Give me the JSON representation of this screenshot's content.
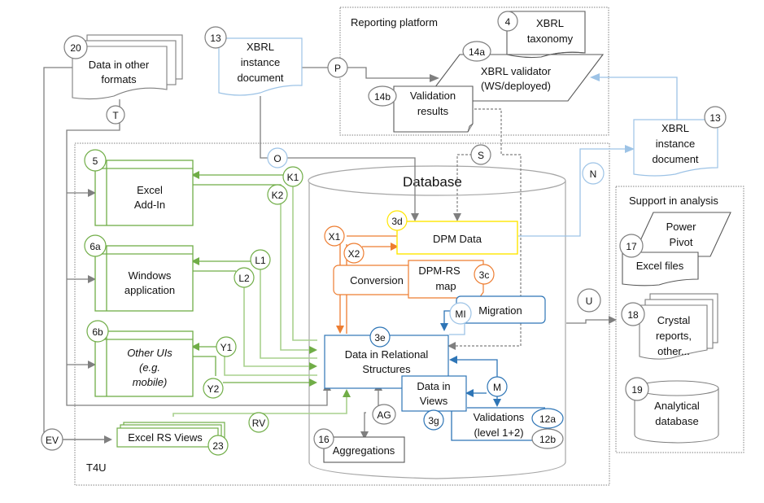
{
  "containers": {
    "reporting_platform": "Reporting platform",
    "t4u": "T4U",
    "support": "Support  in analysis",
    "database": "Database"
  },
  "nodes": {
    "data_other_formats": {
      "id": "20",
      "line1": "Data in other",
      "line2": "formats"
    },
    "xbrl_instance_left": {
      "id": "13",
      "line1": "XBRL",
      "line2": "instance",
      "line3": "document"
    },
    "xbrl_taxonomy": {
      "id": "4",
      "line1": "XBRL",
      "line2": "taxonomy"
    },
    "xbrl_validator": {
      "id": "14a",
      "line1": "XBRL validator",
      "line2": "(WS/deployed)"
    },
    "validation_results": {
      "id": "14b",
      "line1": "Validation",
      "line2": "results"
    },
    "xbrl_instance_right": {
      "id": "13",
      "line1": "XBRL",
      "line2": "instance",
      "line3": "document"
    },
    "excel_addin": {
      "id": "5",
      "line1": "Excel",
      "line2": "Add-In"
    },
    "windows_app": {
      "id": "6a",
      "line1": "Windows",
      "line2": "application"
    },
    "other_uis": {
      "id": "6b",
      "line1": "Other UIs",
      "line2": "(e.g.",
      "line3": "mobile)"
    },
    "excel_rs_views": {
      "id": "23",
      "line1": "Excel RS Views"
    },
    "dpm_data": {
      "id": "3d",
      "line1": "DPM Data"
    },
    "conversion": {
      "line1": "Conversion"
    },
    "dpm_rs_map": {
      "id": "3c",
      "line1": "DPM-RS",
      "line2": "map"
    },
    "migration": {
      "line1": "Migration"
    },
    "data_relational": {
      "id": "3e",
      "line1": "Data in Relational",
      "line2": "Structures"
    },
    "data_views": {
      "id": "3g",
      "line1": "Data in",
      "line2": "Views"
    },
    "validations": {
      "id_a": "12a",
      "id_b": "12b",
      "line1": "Validations",
      "line2": "(level 1+2)"
    },
    "aggregations": {
      "id": "16",
      "line1": "Aggregations"
    },
    "power_pivot": {
      "line1": "Power",
      "line2": "Pivot"
    },
    "excel_files": {
      "id": "17",
      "line1": "Excel files"
    },
    "crystal_reports": {
      "id": "18",
      "line1": "Crystal",
      "line2": "reports,",
      "line3": "other..."
    },
    "analytical_db": {
      "id": "19",
      "line1": "Analytical",
      "line2": "database"
    }
  },
  "connectors": {
    "T": "T",
    "P": "P",
    "O": "O",
    "S": "S",
    "N": "N",
    "U": "U",
    "K1": "K1",
    "K2": "K2",
    "L1": "L1",
    "L2": "L2",
    "Y1": "Y1",
    "Y2": "Y2",
    "RV": "RV",
    "EV": "EV",
    "AG": "AG",
    "X1": "X1",
    "X2": "X2",
    "MI": "MI",
    "M": "M"
  }
}
